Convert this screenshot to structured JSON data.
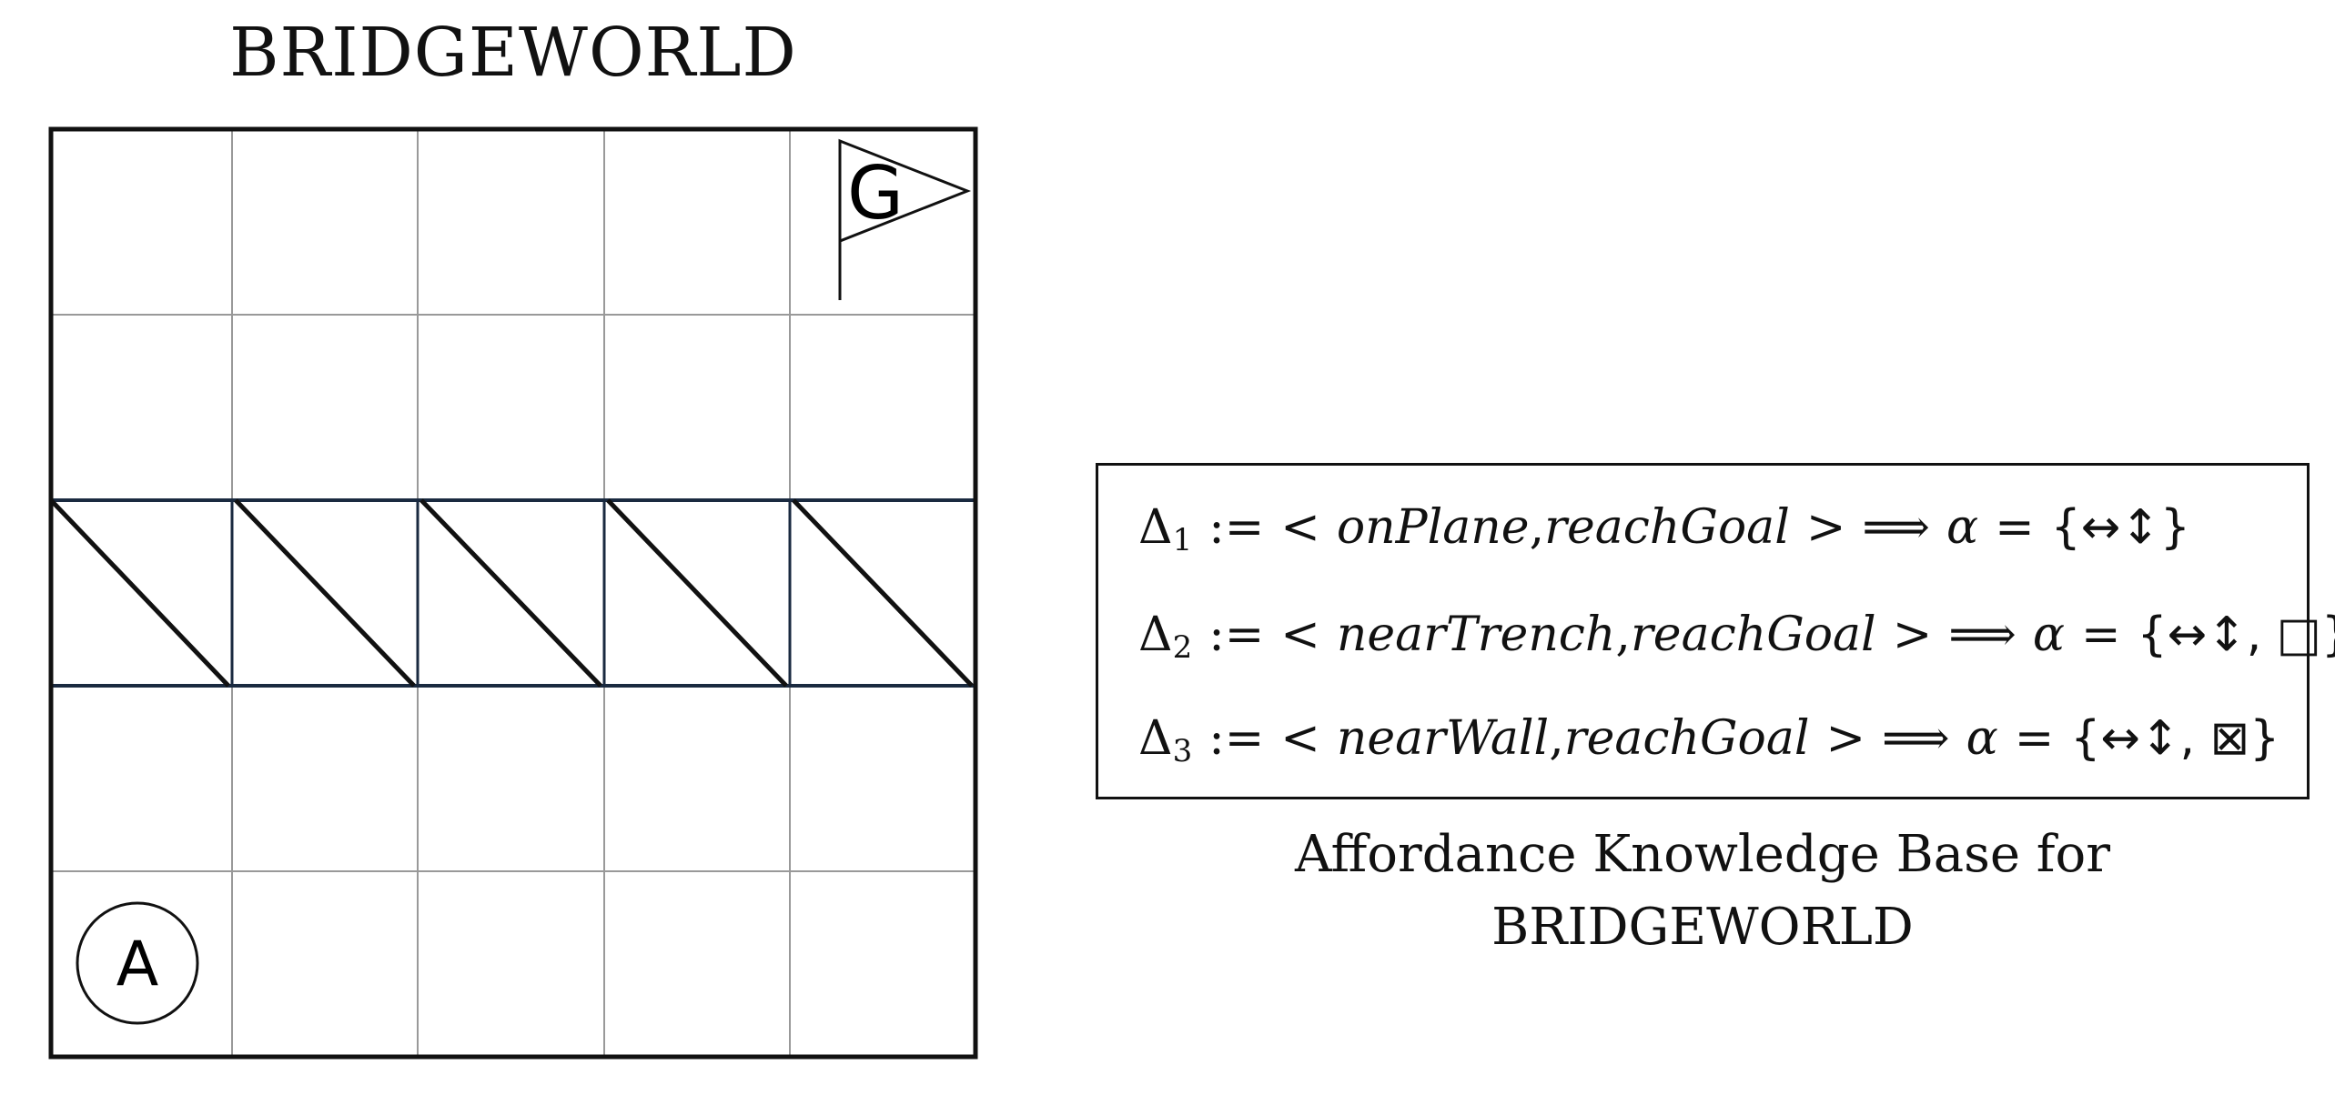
{
  "world": {
    "title": "BRIDGEWORLD",
    "grid": {
      "rows": 5,
      "cols": 5
    },
    "bridge_row": 3,
    "agent": {
      "label": "A",
      "row": 5,
      "col": 1
    },
    "goal": {
      "label": "G",
      "row": 1,
      "col": 5
    }
  },
  "knowledge_base": {
    "rules": [
      {
        "delta": "Δ",
        "index": "1",
        "defines": ":=",
        "open": "<",
        "state": "onPlane",
        "comma": ",",
        "goal": "reachGoal",
        "close": ">",
        "implies": "⟹",
        "alpha": "α",
        "eq": "=",
        "actions": "{↔↕}",
        "actions_icon": "four-way-arrows"
      },
      {
        "delta": "Δ",
        "index": "2",
        "defines": ":=",
        "open": "<",
        "state": "nearTrench",
        "comma": ",",
        "goal": "reachGoal",
        "close": ">",
        "implies": "⟹",
        "alpha": "α",
        "eq": "=",
        "actions": "{↔↕, □}",
        "actions_icon": "four-way-arrows-and-place-block"
      },
      {
        "delta": "Δ",
        "index": "3",
        "defines": ":=",
        "open": "<",
        "state": "nearWall",
        "comma": ",",
        "goal": "reachGoal",
        "close": ">",
        "implies": "⟹",
        "alpha": "α",
        "eq": "=",
        "actions": "{↔↕, ⊠}",
        "actions_icon": "four-way-arrows-and-destroy-block"
      }
    ],
    "caption": "Affordance Knowledge Base for BRIDGEWORLD"
  }
}
